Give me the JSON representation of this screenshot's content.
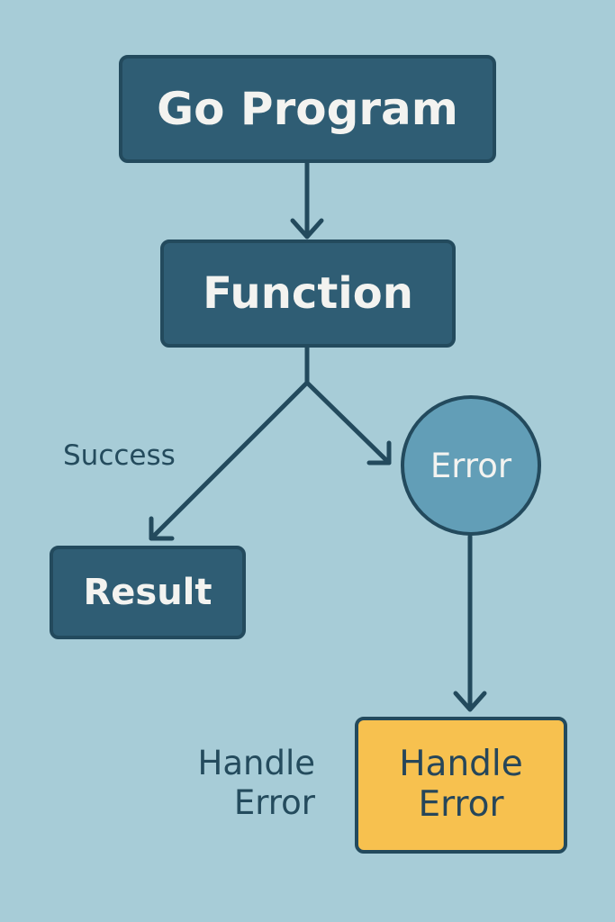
{
  "nodes": {
    "go_program": "Go Program",
    "function": "Function",
    "result": "Result",
    "error": "Error",
    "handle_error": "Handle Error"
  },
  "labels": {
    "success": "Success",
    "handle_error": "Handle Error"
  },
  "colors": {
    "background": "#a7ccd7",
    "dark_box": "#2f5d74",
    "border": "#234a5d",
    "error_circle": "#629eb7",
    "handle_box": "#f7c14f"
  }
}
